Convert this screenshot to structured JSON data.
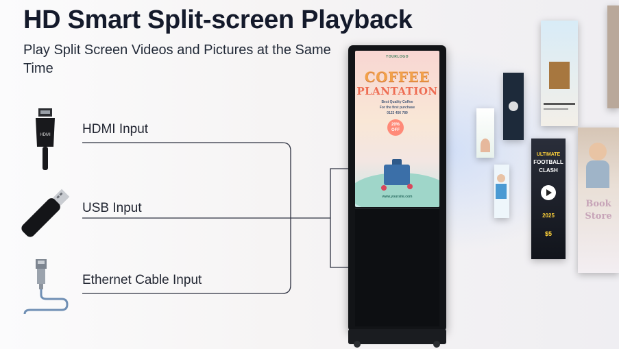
{
  "header": {
    "title": "HD Smart Split-screen Playback",
    "subtitle": "Play Split Screen Videos and Pictures at the Same Time"
  },
  "inputs": [
    {
      "label": "HDMI Input",
      "icon": "hdmi-plug-icon",
      "plug_text": "HDMI"
    },
    {
      "label": "USB Input",
      "icon": "usb-stick-icon"
    },
    {
      "label": "Ethernet Cable Input",
      "icon": "ethernet-cable-icon"
    }
  ],
  "kiosk_screen": {
    "logo": "YOURLOGO",
    "headline1": "COFFEE",
    "headline2": "PLANTATION",
    "tagline": "Best Quality Coffee",
    "offer": "For the first purchase",
    "phone": "0123 456 789",
    "badge_value": "20%",
    "badge_unit": "OFF",
    "url": "www.yoursite.com"
  },
  "cards": {
    "football_line1": "ULTIMATE",
    "football_line2": "FOOTBALL",
    "football_line3": "CLASH",
    "football_year": "2025",
    "football_price": "$5",
    "book_line1": "Book",
    "book_line2": "Store"
  },
  "colors": {
    "title": "#141a2b",
    "line": "#2d3140",
    "kiosk": "#121417",
    "coffee_orange": "#f2a14a",
    "plantation_red": "#ee6d53"
  }
}
